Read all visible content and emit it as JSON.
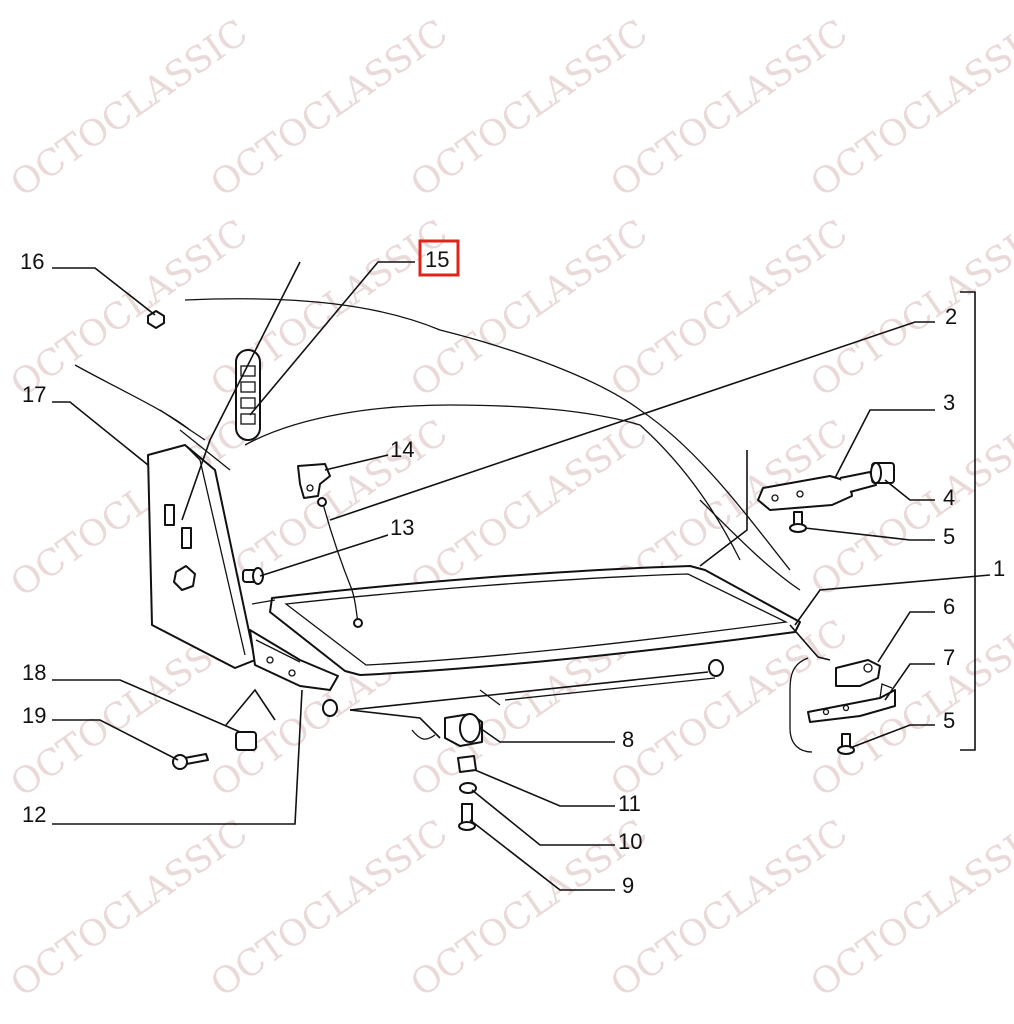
{
  "watermark": "OCTOCLASSIC",
  "highlight_color": "#e0241b",
  "highlighted_callout": "15",
  "callouts": {
    "c1": "1",
    "c2": "2",
    "c3": "3",
    "c4": "4",
    "c5a": "5",
    "c5b": "5",
    "c6": "6",
    "c7": "7",
    "c8": "8",
    "c9": "9",
    "c10": "10",
    "c11": "11",
    "c12": "12",
    "c13": "13",
    "c14": "14",
    "c15": "15",
    "c16": "16",
    "c17": "17",
    "c18": "18",
    "c19": "19"
  }
}
